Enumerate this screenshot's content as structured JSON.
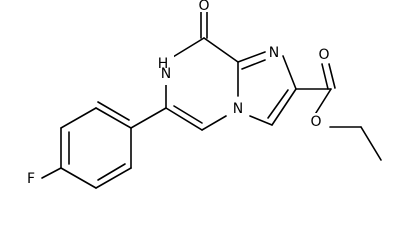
{
  "molecule": {
    "atoms": {
      "carbonyl_oxygen": "O",
      "lactam_nitrogen": "H\nN",
      "lactam_nitrogen_text": "N",
      "lactam_h": "H",
      "imidazole_nitrogen": "N",
      "bridgehead_nitrogen": "N",
      "ester_carbonyl_oxygen": "O",
      "ester_ether_oxygen": "O",
      "fluorine": "F"
    }
  }
}
